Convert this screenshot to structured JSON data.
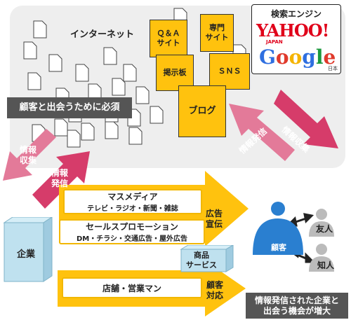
{
  "internet": {
    "title": "インターネット",
    "caption": "顧客と出会うために必須",
    "qa_site": "Ｑ＆Ａ\nサイト",
    "specialty_site": "専門\nサイト",
    "bbs": "掲示板",
    "sns": "ＳＮＳ",
    "blog": "ブログ"
  },
  "search": {
    "title": "検索エンジン",
    "yahoo": "YAHOO!",
    "yahoo_sub": "JAPAN",
    "google": "Google",
    "google_sub": "日本"
  },
  "arrows": {
    "left_collect": "情報\n収集",
    "left_send": "情報\n発信",
    "right_send": "情報発信",
    "right_collect": "情報収集"
  },
  "company": {
    "label": "企業"
  },
  "channels": {
    "mass_media_title": "マスメディア",
    "mass_media_sub": "テレビ・ラジオ・新聞・雑誌",
    "sales_promo_title": "セールスプロモーション",
    "sales_promo_sub": "DM・チラシ・交通広告・屋外広告",
    "store_sales": "店舗・営業マン",
    "ad_pr": "広告\n宣伝",
    "customer_service": "顧客\n対応",
    "product_service": "商品\nサービス"
  },
  "people": {
    "customer": "顧客",
    "friend": "友人",
    "acquaintance": "知人"
  },
  "footer_caption": "情報発信された企業と\n出会う機会が増大",
  "colors": {
    "yellow": "#ffc20e",
    "pink": "#d63c6a",
    "pink_light": "#e37a99",
    "blue": "#2a7fd0",
    "gray": "#555555"
  }
}
